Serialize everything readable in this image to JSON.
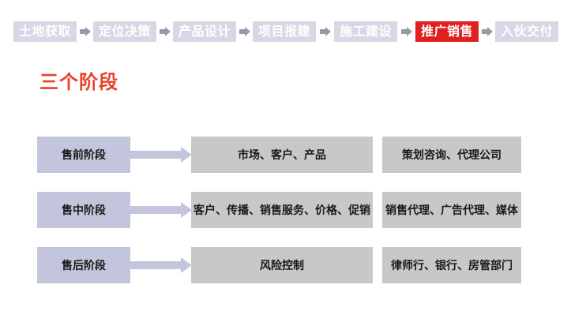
{
  "process_steps": [
    {
      "label": "土地获取",
      "active": false
    },
    {
      "label": "定位决策",
      "active": false
    },
    {
      "label": "产品设计",
      "active": false
    },
    {
      "label": "项目报建",
      "active": false
    },
    {
      "label": "施工建设",
      "active": false
    },
    {
      "label": "推广销售",
      "active": true
    },
    {
      "label": "入伙交付",
      "active": false
    }
  ],
  "title": "三个阶段",
  "stages": [
    {
      "name": "售前阶段",
      "content": "市场、客户、产品",
      "partners": "策划咨询、代理公司"
    },
    {
      "name": "售中阶段",
      "content": "客户、传播、销售服务、价格、促销",
      "partners": "销售代理、广告代理、媒体"
    },
    {
      "name": "售后阶段",
      "content": "风险控制",
      "partners": "律师行、银行、房管部门"
    }
  ],
  "colors": {
    "step_bg": "#d7d8e6",
    "step_active_bg": "#e01f1f",
    "title": "#e8402a",
    "stage_bg": "#c3c5dc",
    "box_bg": "#c8c8c8",
    "arrow": "#c3c5dc"
  }
}
